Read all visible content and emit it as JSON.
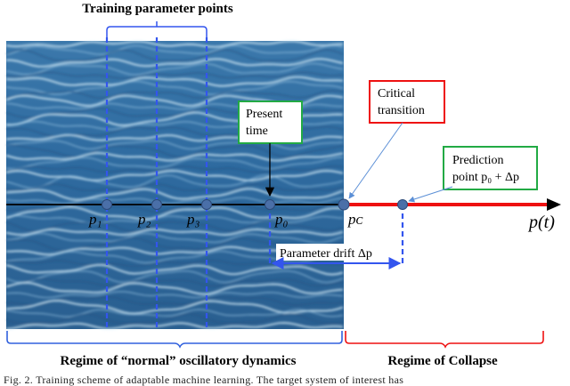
{
  "heading": "Training parameter points",
  "boxes": {
    "present_time": "Present\ntime",
    "critical_transition": "Critical\ntransition",
    "prediction_point": "Prediction\npoint p₀ + Δp"
  },
  "points": {
    "p1": "p₁",
    "p2": "p₂",
    "p3": "p₃",
    "p0": "p₀",
    "pc": "pᴄ"
  },
  "axis_label": "p(t)",
  "drift_label": "Parameter drift Δp",
  "regimes": {
    "normal": "Regime of “normal” oscillatory dynamics",
    "collapse": "Regime of Collapse"
  },
  "caption": "Fig. 2. Training scheme of adaptable machine learning. The target system of interest has",
  "colors": {
    "blue_line": "#3355ee",
    "node": "#4a6fa8",
    "red": "#ee1111",
    "green": "#22aa44",
    "bracket": "#3060dd",
    "arrow_thin": "#5b8fd6"
  }
}
